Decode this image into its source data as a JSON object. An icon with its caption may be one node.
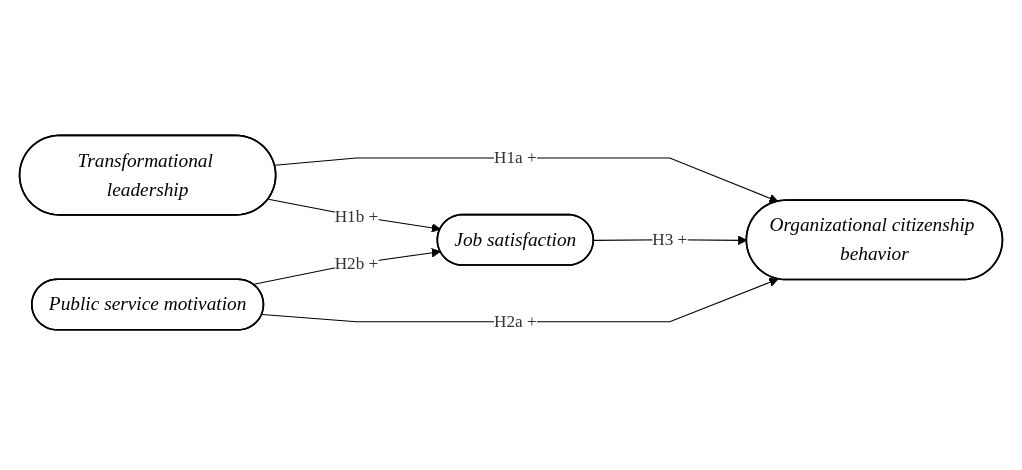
{
  "diagram": {
    "nodes": [
      {
        "text": [
          "Transformational leadership"
        ]
      },
      {
        "text": [
          "Job satisfaction"
        ]
      },
      {
        "text": [
          "Organizational citizenship behavior"
        ]
      },
      {
        "text": [
          "Public service motivation"
        ]
      }
    ],
    "edges": [
      {
        "from": 0,
        "to": 2,
        "arrow": "to",
        "label": "H1a +"
      },
      {
        "from": 0,
        "to": 1,
        "arrow": "to",
        "label": "H1b +"
      },
      {
        "from": 1,
        "to": 2,
        "arrow": "to",
        "label": "H3 +"
      },
      {
        "from": 3,
        "to": 1,
        "arrow": "to",
        "label": "H2b +"
      },
      {
        "from": 3,
        "to": 2,
        "arrow": "to",
        "label": "H2a +"
      }
    ]
  }
}
